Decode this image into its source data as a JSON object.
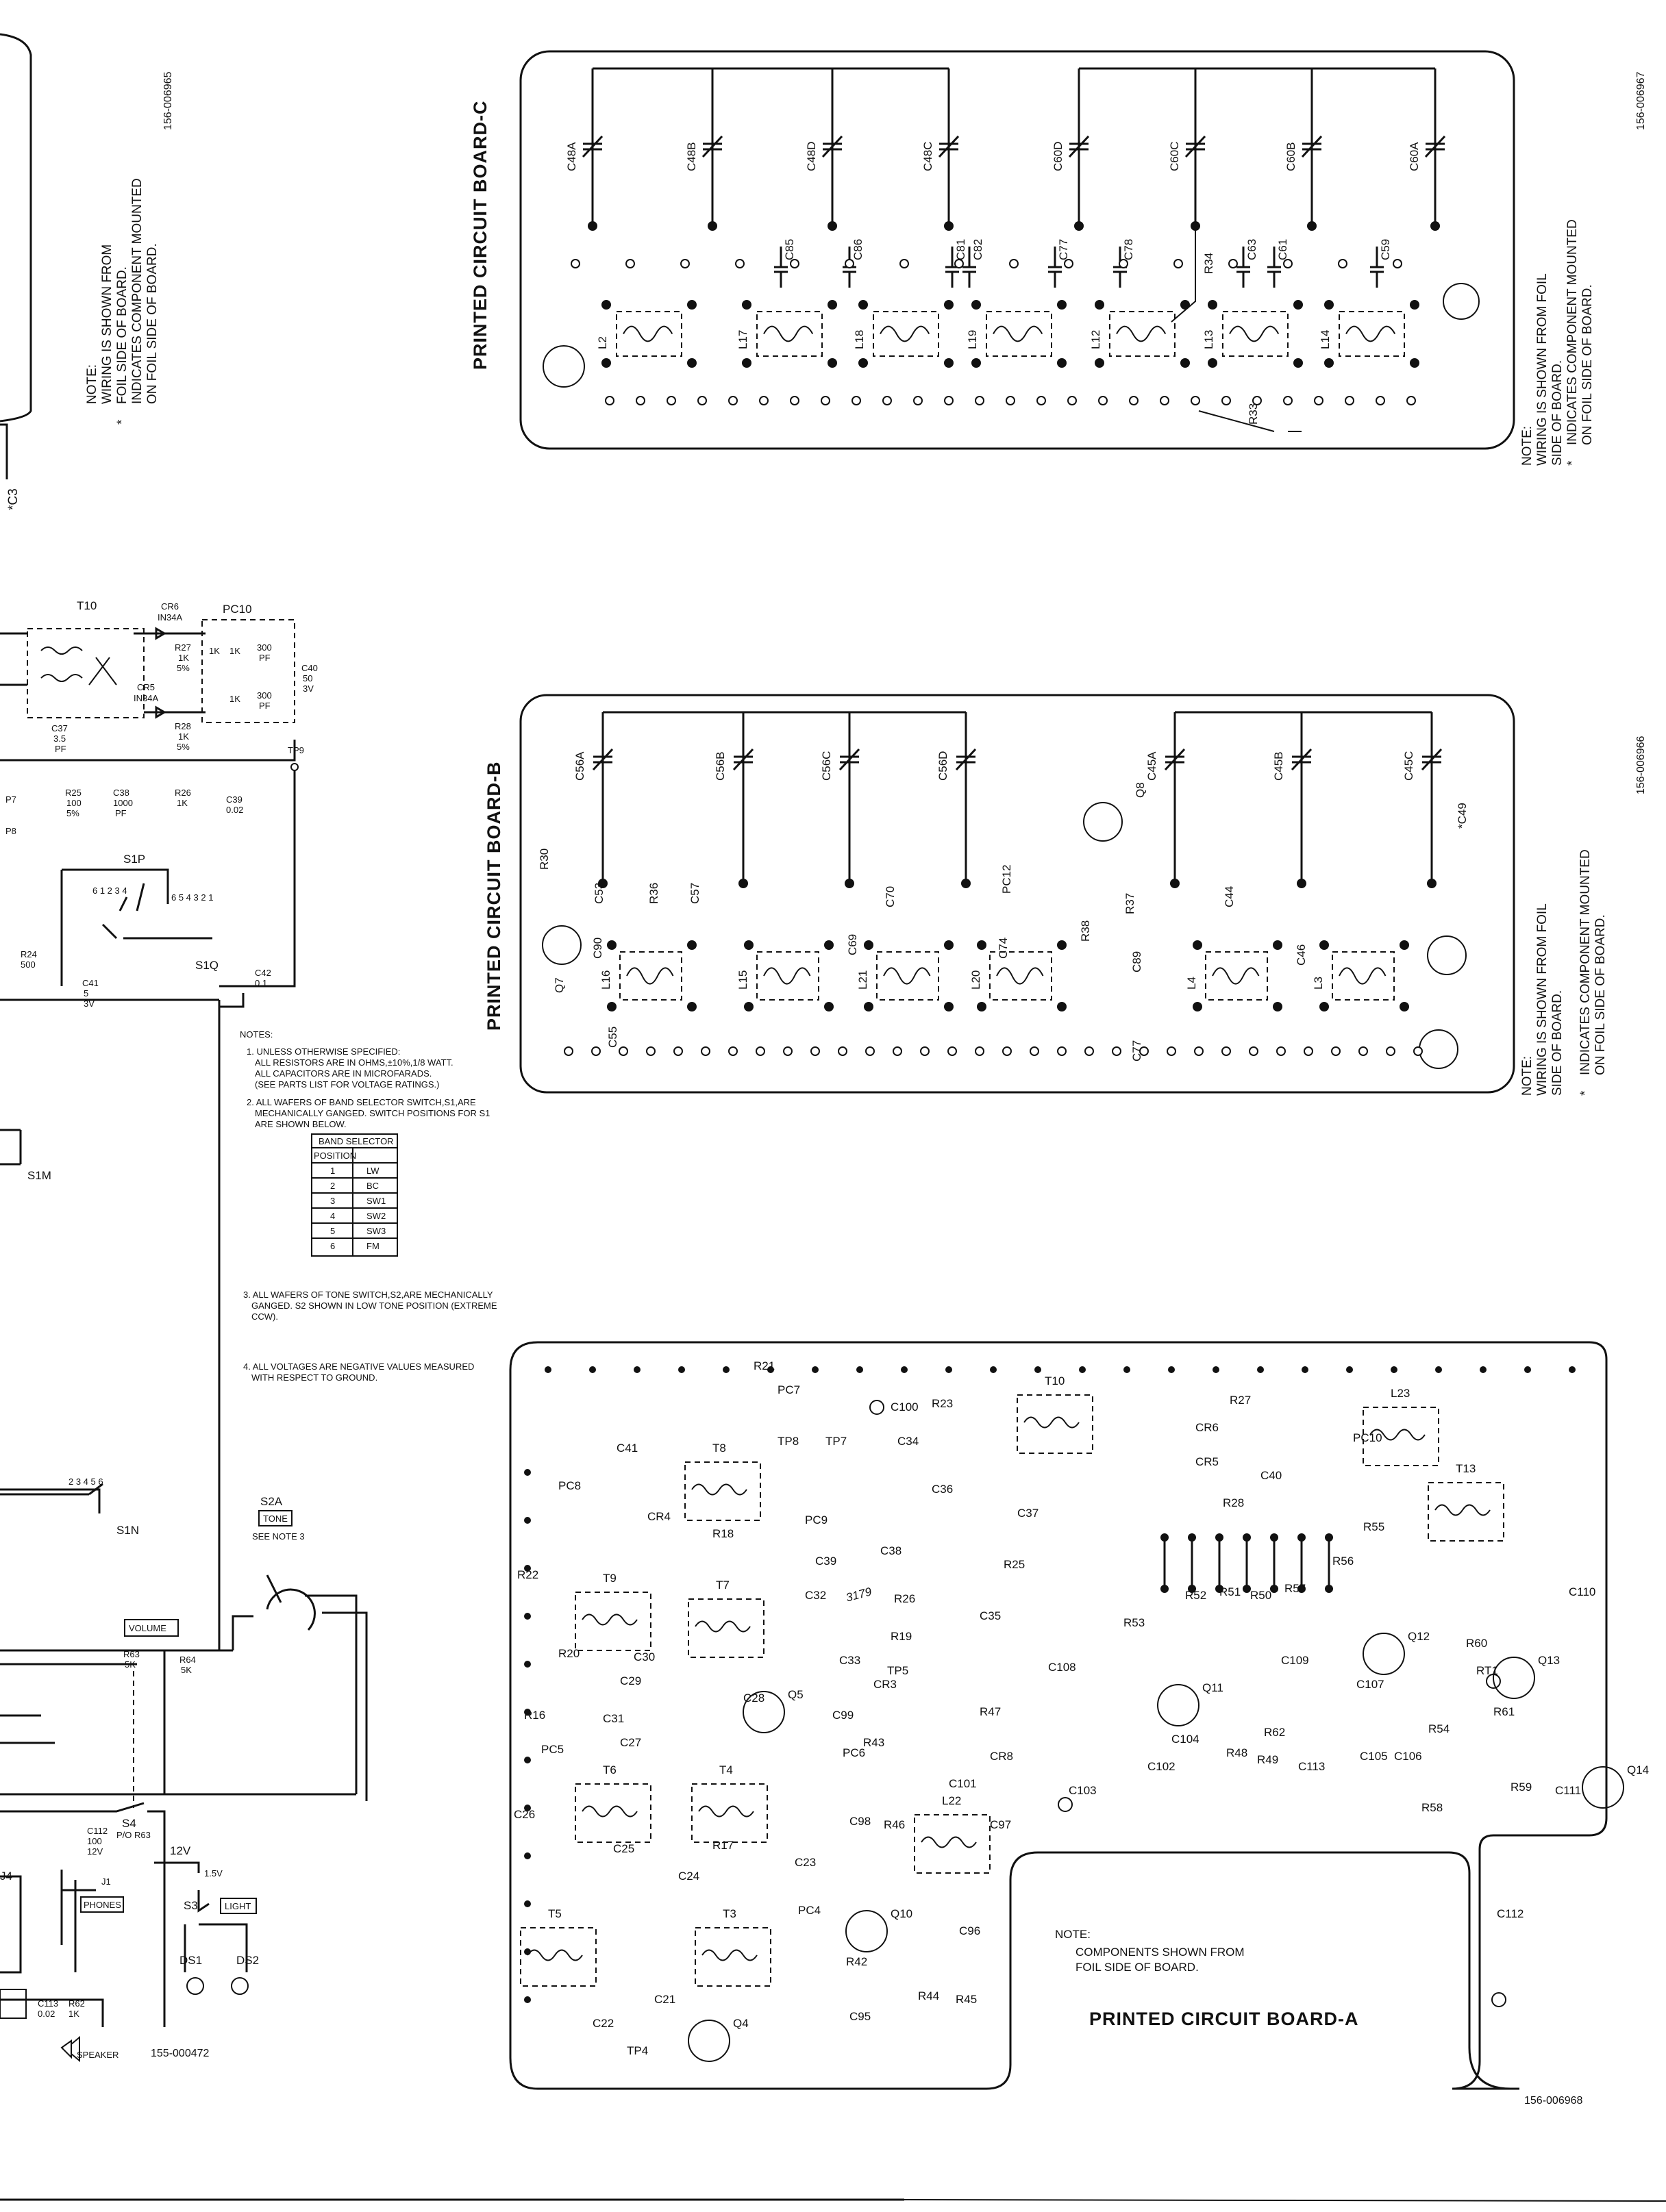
{
  "board_c": {
    "title": "PRINTED CIRCUIT BOARD-C",
    "doc_number": "156-006967",
    "note": {
      "head": "NOTE:",
      "line1": "WIRING IS SHOWN FROM FOIL",
      "line2": "SIDE OF BOARD.",
      "star": "*",
      "line3": "INDICATES COMPONENT MOUNTED",
      "line4": "ON FOIL SIDE OF BOARD."
    },
    "labels": [
      "C48A",
      "C48B",
      "C48D",
      "C48C",
      "C60D",
      "C60C",
      "C60B",
      "C60A",
      "C85",
      "C86",
      "C81",
      "C82",
      "C77",
      "C78",
      "R34",
      "C63",
      "C61",
      "C59",
      "L2",
      "L17",
      "L18",
      "L19",
      "L12",
      "L13",
      "L14",
      "R33"
    ]
  },
  "board_b": {
    "title": "PRINTED CIRCUIT BOARD-B",
    "doc_number": "156-006966",
    "note": {
      "head": "NOTE:",
      "line1": "WIRING IS SHOWN FROM FOIL",
      "line2": "SIDE OF BOARD.",
      "star": "*",
      "line3": "INDICATES COMPONENT MOUNTED",
      "line4": "ON FOIL SIDE OF BOARD."
    },
    "labels": [
      "C56A",
      "C56B",
      "C56C",
      "C56D",
      "C45A",
      "C45B",
      "C45C",
      "C49",
      "Q8",
      "R30",
      "C53",
      "R36",
      "C57",
      "C70",
      "PC12",
      "R37",
      "R38",
      "C44",
      "Q7",
      "C90",
      "L16",
      "L15",
      "C69",
      "L21",
      "C74",
      "L20",
      "C89",
      "L4",
      "C46",
      "L3",
      "C55",
      "C77"
    ]
  },
  "board_a": {
    "title": "PRINTED CIRCUIT BOARD-A",
    "doc_number": "156-006968",
    "note": {
      "head": "NOTE:",
      "line1": "COMPONENTS SHOWN FROM",
      "line2": "FOIL SIDE OF BOARD."
    },
    "labels": [
      "R21",
      "PC7",
      "C100",
      "R23",
      "T10",
      "R27",
      "L23",
      "C41",
      "T8",
      "TP8",
      "TP7",
      "C34",
      "CR6",
      "CR5",
      "C40",
      "PC10",
      "PC8",
      "CR4",
      "R18",
      "PC9",
      "C36",
      "C37",
      "T13",
      "R28",
      "R55",
      "R22",
      "T9",
      "T7",
      "C39",
      "C38",
      "R25",
      "R56",
      "C32",
      "C35",
      "R26",
      "R52",
      "R51",
      "R50",
      "R57",
      "C110",
      "R19",
      "Q12",
      "R53",
      "C30",
      "C33",
      "C108",
      "C109",
      "R60",
      "Q13",
      "R20",
      "C29",
      "C28",
      "Q5",
      "CR3",
      "TP5",
      "Q11",
      "C107",
      "RT1",
      "C31",
      "C99",
      "R47",
      "R61",
      "R16",
      "C27",
      "PC5",
      "PC6",
      "C104",
      "R62",
      "R48",
      "R49",
      "C113",
      "C105",
      "C106",
      "R54",
      "T6",
      "T4",
      "CR8",
      "C101",
      "C102",
      "C103",
      "R43",
      "L22",
      "C98",
      "C97",
      "R58",
      "R59",
      "C111",
      "Q14",
      "C26",
      "C25",
      "C24",
      "R17",
      "C23",
      "R46",
      "T5",
      "T3",
      "PC4",
      "Q10",
      "C96",
      "C112",
      "C22",
      "C21",
      "Q4",
      "R42",
      "C95",
      "R44",
      "R45",
      "TP4"
    ],
    "handwritten": "3179"
  },
  "schematic": {
    "doc_number": "155-000472",
    "top_doc_number": "156-006965",
    "top_note": {
      "head": "NOTE:",
      "line1": "WIRING IS SHOWN FROM",
      "line2": "FOIL SIDE OF BOARD.",
      "star": "*",
      "line3": "INDICATES COMPONENT MOUNTED",
      "line4": "ON FOIL SIDE OF BOARD.",
      "cap": "*C3"
    },
    "labels": {
      "t10": "T10",
      "cr6": "CR6",
      "cr6v": "IN34A",
      "pc10": "PC10",
      "r27": "R27",
      "r27v": "1K",
      "r27t": "5%",
      "c300a": "300",
      "c300b": "300",
      "pf1": "PF",
      "pf2": "PF",
      "r1k1": "1K",
      "r1k2": "1K",
      "r1k3": "1K",
      "c40": "C40",
      "c40v": "50",
      "c40w": "3V",
      "cr5": "CR5",
      "cr5v": "IN34A",
      "c37": "C37",
      "c37v": "3.5",
      "c37u": "PF",
      "r28": "R28",
      "r28v": "1K",
      "r28t": "5%",
      "tp9": "TP9",
      "r25": "R25",
      "r25v": "100",
      "r25t": "5%",
      "c38": "C38",
      "c38v": "1000",
      "c38u": "PF",
      "r26": "R26",
      "r26v": "1K",
      "c39": "C39",
      "c39v": "0.02",
      "tp7": "P7",
      "tp8": "P8",
      "s1p": "S1P",
      "s1q": "S1Q",
      "r24": "R24",
      "r24v": "500",
      "c41": "C41",
      "c41v": "5",
      "c41w": "3V",
      "c42": "C42",
      "c42v": "0.1",
      "s1m": "S1M",
      "s1n": "S1N",
      "s2a": "S2A",
      "tone": "TONE",
      "seenote": "SEE NOTE 3",
      "volume": "VOLUME",
      "r63": "R63",
      "r63v": "5K",
      "r64": "R64",
      "r64v": "5K",
      "c112": "C112",
      "c112v": "100",
      "c112w": "12V",
      "s4": "S4",
      "s4v": "P/O R63",
      "v12": "12V",
      "v15": "1.5V",
      "s3": "S3",
      "light": "LIGHT",
      "j1": "J1",
      "phones": "PHONES",
      "ds1": "DS1",
      "ds2": "DS2",
      "c113": "C113",
      "c113v": "0.02",
      "r62": "R62",
      "r62v": "1K",
      "speaker": "SPEAKER",
      "j4": "J4"
    },
    "notes": {
      "head": "NOTES:",
      "n1a": "1. UNLESS OTHERWISE SPECIFIED:",
      "n1b": "ALL RESISTORS ARE IN OHMS,±10%,1/8 WATT.",
      "n1c": "ALL CAPACITORS ARE IN MICROFARADS.",
      "n1d": "(SEE PARTS LIST FOR VOLTAGE RATINGS.)",
      "n2a": "2. ALL WAFERS OF BAND SELECTOR SWITCH,S1,ARE",
      "n2b": "MECHANICALLY GANGED. SWITCH POSITIONS FOR S1",
      "n2c": "ARE SHOWN BELOW.",
      "n3a": "3. ALL WAFERS OF TONE SWITCH,S2,ARE MECHANICALLY",
      "n3b": "GANGED. S2 SHOWN IN LOW TONE POSITION (EXTREME",
      "n3c": "CCW).",
      "n4a": "4. ALL VOLTAGES ARE NEGATIVE VALUES MEASURED",
      "n4b": "WITH RESPECT TO GROUND."
    },
    "band_table": {
      "title": "BAND SELECTOR",
      "headers": [
        "POSITION",
        ""
      ],
      "rows": [
        [
          "1",
          "LW"
        ],
        [
          "2",
          "BC"
        ],
        [
          "3",
          "SW1"
        ],
        [
          "4",
          "SW2"
        ],
        [
          "5",
          "SW3"
        ],
        [
          "6",
          "FM"
        ]
      ]
    }
  }
}
